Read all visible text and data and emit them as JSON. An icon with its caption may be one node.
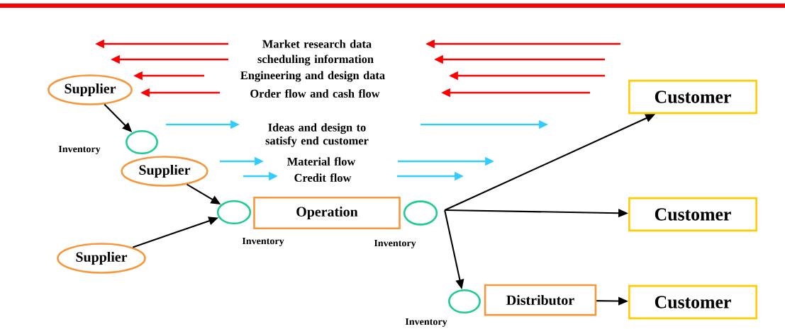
{
  "diagram": {
    "nodes": [
      {
        "text": [
          "Supplier"
        ]
      },
      {
        "text": [],
        "shape": "circle",
        "beside": [
          "Inventory"
        ]
      },
      {
        "text": [
          "Supplier"
        ]
      },
      {
        "text": [
          "Supplier"
        ]
      },
      {
        "text": [],
        "shape": "circle",
        "beside": [
          "Inventory"
        ]
      },
      {
        "text": [
          "Operation"
        ]
      },
      {
        "text": [],
        "shape": "circle",
        "beside": [
          "Inventory"
        ]
      },
      {
        "text": [
          "Customer"
        ]
      },
      {
        "text": [
          "Customer"
        ]
      },
      {
        "text": [],
        "shape": "circle",
        "beside": [
          "Inventory"
        ]
      },
      {
        "text": [
          "Distributor"
        ]
      },
      {
        "text": [
          "Customer"
        ]
      }
    ],
    "edges": [
      {
        "from": 0,
        "to": 1,
        "arrow": "to"
      },
      {
        "from": 2,
        "to": 4,
        "arrow": "to"
      },
      {
        "from": 3,
        "to": 4,
        "arrow": "to"
      },
      {
        "from": 6,
        "to": 7,
        "arrow": "to"
      },
      {
        "from": 6,
        "to": 8,
        "arrow": "to"
      },
      {
        "from": 6,
        "to": 9,
        "arrow": "to"
      },
      {
        "from": 10,
        "to": 11,
        "arrow": "to"
      }
    ],
    "labels": [
      "Market research data",
      "scheduling information",
      "Engineering and design data",
      "Order flow and cash flow",
      "Ideas and design to satisfy end customer",
      "Material flow",
      "Credit flow"
    ]
  }
}
